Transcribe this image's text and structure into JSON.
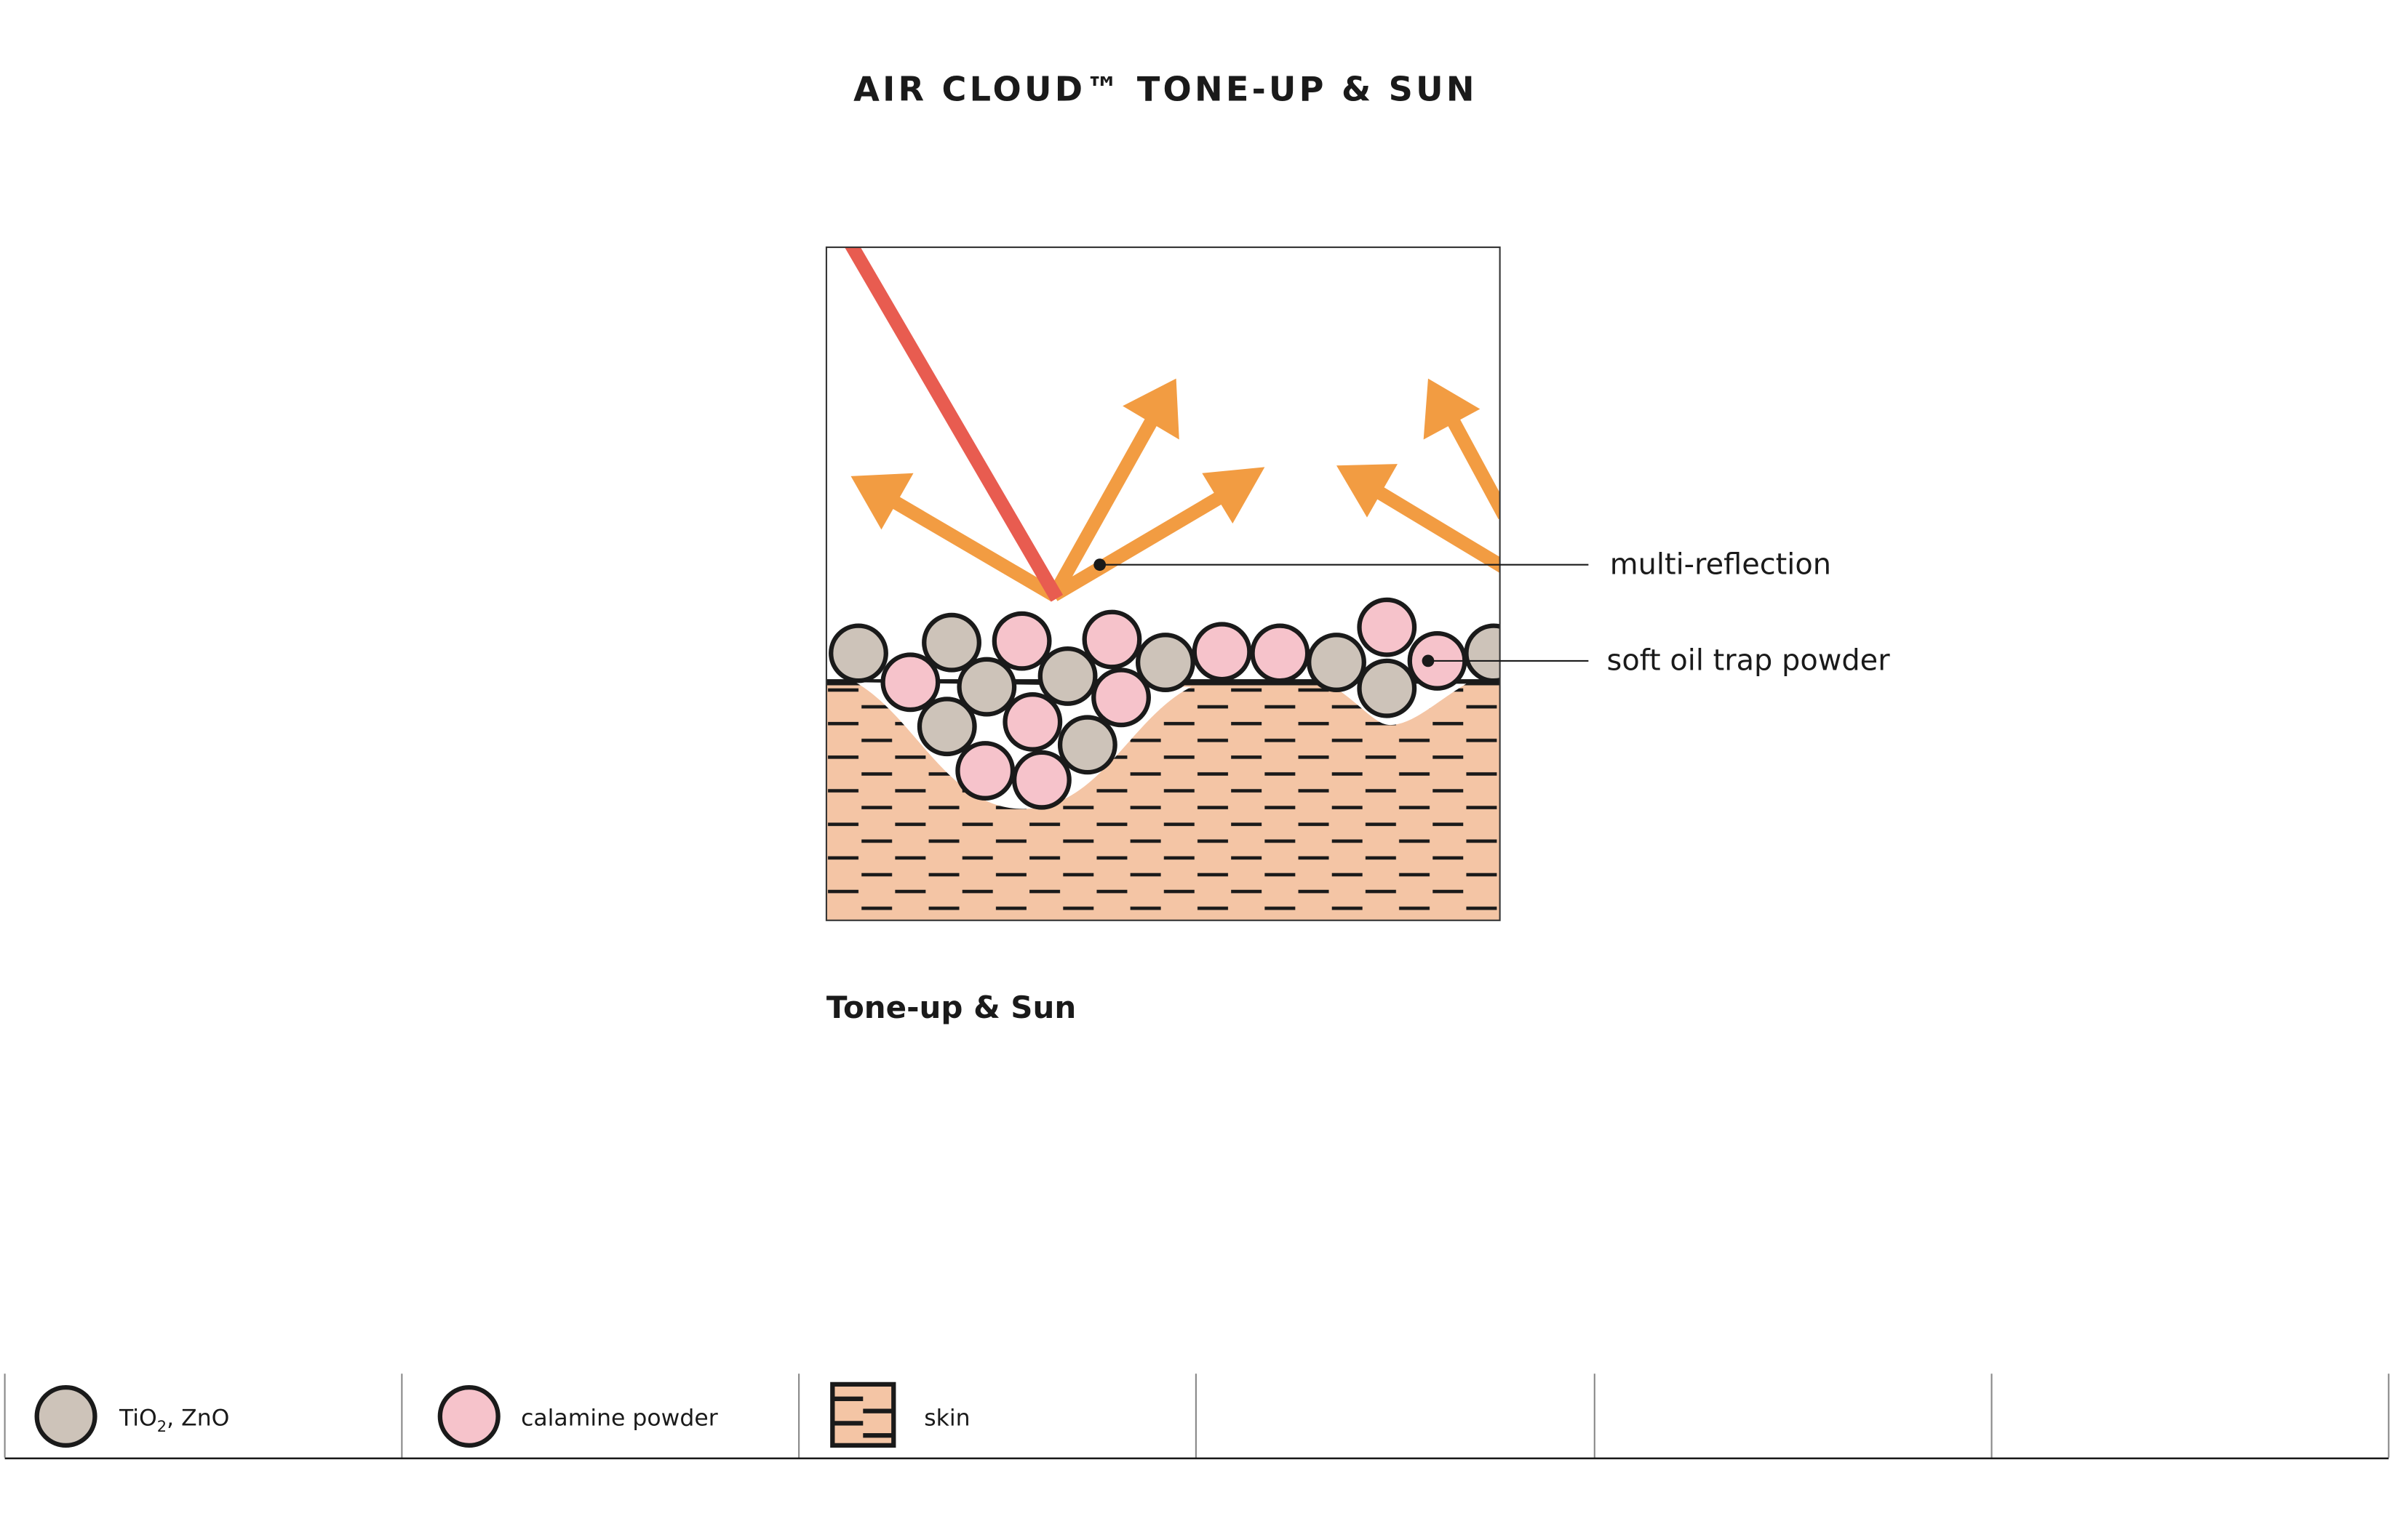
{
  "title": "AIR CLOUD™ TONE-UP & SUN",
  "caption": "Tone-up & Sun",
  "callouts": {
    "reflection": "multi-reflection",
    "powder": "soft oil trap powder"
  },
  "legend": [
    {
      "label": "TiO",
      "sub": "2",
      "suffix": ", ZnO",
      "icon": "gray-particle-icon"
    },
    {
      "label": "calamine powder",
      "icon": "pink-particle-icon"
    },
    {
      "label": "skin",
      "icon": "skin-pattern-icon"
    }
  ],
  "colors": {
    "tio2": "#cdc3b9",
    "calamine": "#f6c3cb",
    "skin": "#f4c5a5",
    "uv_ray": "#e85c50",
    "reflection": "#f29c42",
    "outline": "#1a1a1a"
  }
}
